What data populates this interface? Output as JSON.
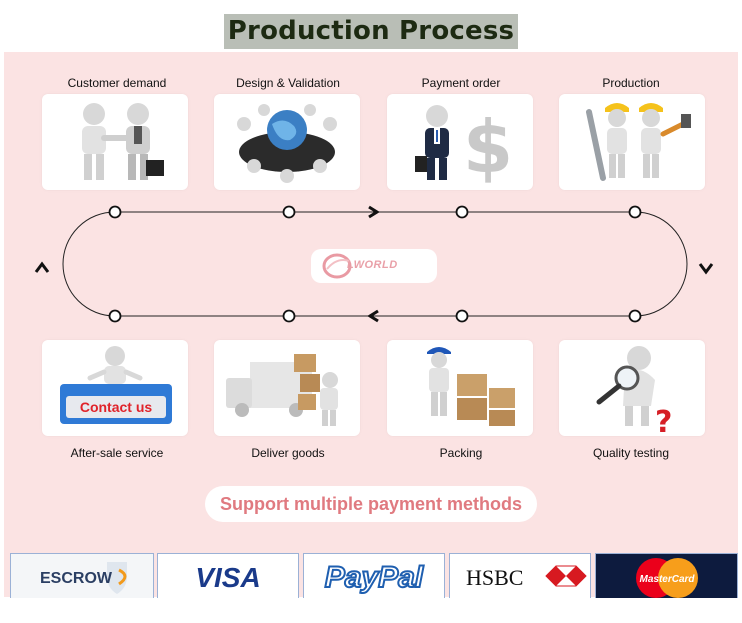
{
  "title": "Production Process",
  "steps_top": [
    {
      "label": "Customer demand",
      "icon": "handshake-icon"
    },
    {
      "label": "Design & Validation",
      "icon": "globe-meeting-icon"
    },
    {
      "label": "Payment order",
      "icon": "dollar-sign-icon"
    },
    {
      "label": "Production",
      "icon": "workers-tools-icon"
    }
  ],
  "steps_bottom": [
    {
      "label": "After-sale service",
      "icon": "contact-us-icon",
      "sign_text": "Contact us"
    },
    {
      "label": "Deliver goods",
      "icon": "delivery-truck-icon"
    },
    {
      "label": "Packing",
      "icon": "boxes-icon"
    },
    {
      "label": "Quality testing",
      "icon": "magnifier-inspection-icon"
    }
  ],
  "logo": {
    "text": "LWORLD"
  },
  "support_text": "Support multiple payment methods",
  "payments": [
    {
      "label": "ESCROW",
      "icon": "escrow-shield-icon"
    },
    {
      "label": "VISA",
      "icon": "visa-logo"
    },
    {
      "label": "PayPal",
      "icon": "paypal-logo"
    },
    {
      "label": "HSBC",
      "icon": "hsbc-logo"
    },
    {
      "label": "MasterCard",
      "icon": "mastercard-logo"
    }
  ],
  "colors": {
    "title_bg": "#b9beb6",
    "title_text": "#1d2a12",
    "panel_bg": "#fbe3e3",
    "support_text": "#e07a80",
    "visa_blue": "#1a3a8a",
    "paypal_blue": "#1f5fb0",
    "hsbc_red": "#d71920",
    "mastercard_red": "#eb001b",
    "mastercard_orange": "#f79e1b"
  }
}
